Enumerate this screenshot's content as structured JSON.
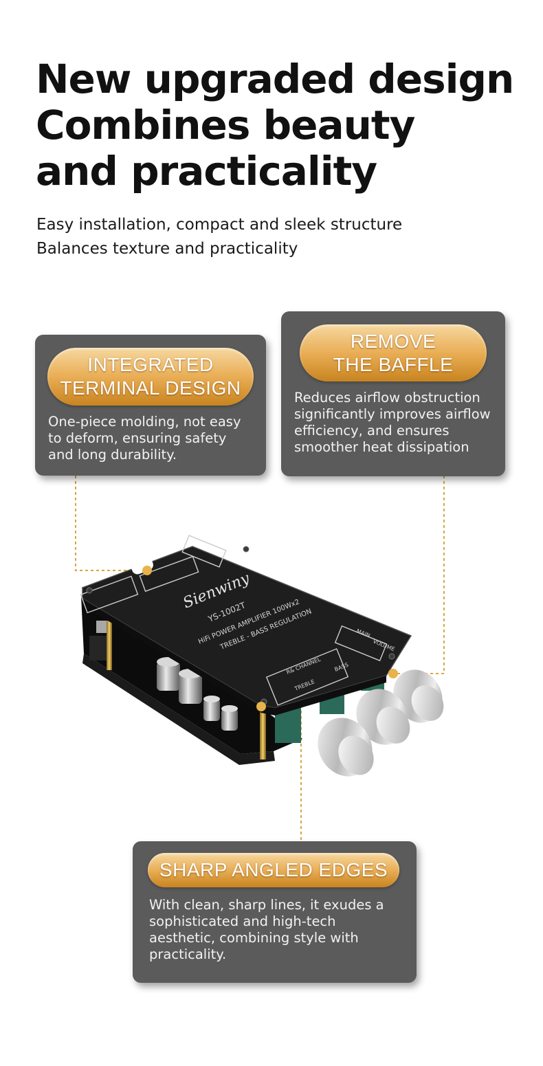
{
  "headline": {
    "line1": "New upgraded design",
    "line2": "Combines beauty",
    "line3": "and practicality"
  },
  "subtext": {
    "line1": "Easy installation, compact and sleek structure",
    "line2": "Balances texture and practicality"
  },
  "features": {
    "integrated": {
      "title1": "INTEGRATED",
      "title2": "TERMINAL DESIGN",
      "desc1": "One-piece molding, not easy",
      "desc2": "to deform, ensuring safety",
      "desc3": "and long durability."
    },
    "baffle": {
      "title1": "REMOVE",
      "title2": "THE BAFFLE",
      "desc1": "Reduces airflow obstruction",
      "desc2": "significantly improves airflow",
      "desc3": "efficiency, and ensures",
      "desc4": "smoother heat dissipation"
    },
    "edges": {
      "title": "SHARP ANGLED EDGES",
      "desc1": "With clean, sharp lines, it exudes a",
      "desc2": "sophisticated and high-tech",
      "desc3": "aesthetic, combining style with",
      "desc4": "practicality."
    }
  },
  "product": {
    "brand": "Sienwiny",
    "model": "YS-1002T",
    "spec": "HiFi POWER AMPLIFIER 100Wx2",
    "regulation": "TREBLE - BASS REGULATION",
    "channel": "R& CHANNEL",
    "treble": "TREBLE",
    "bass": "BASS",
    "main": "MAIN",
    "volume": "VOLUME"
  },
  "colors": {
    "card_bg": "#5b5b5b",
    "accent_gold": "#e9ae56",
    "connector": "#d9a441"
  }
}
